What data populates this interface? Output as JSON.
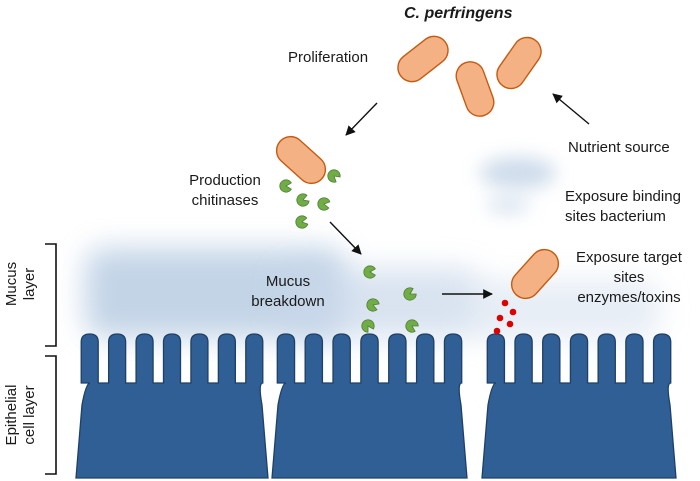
{
  "labels": {
    "title": "C. perfringens",
    "proliferation": "Proliferation",
    "nutrient_source": "Nutrient source",
    "production_line1": "Production",
    "production_line2": "chitinases",
    "exposure_binding_line1": "Exposure binding",
    "exposure_binding_line2": "sites bacterium",
    "exposure_target_line1": "Exposure target",
    "exposure_target_line2": "sites",
    "exposure_target_line3": "enzymes/toxins",
    "mucus_breakdown_line1": "Mucus",
    "mucus_breakdown_line2": "breakdown",
    "mucus_layer_line1": "Mucus",
    "mucus_layer_line2": "layer",
    "epithelial_line1": "Epithelial",
    "epithelial_line2": "cell layer"
  },
  "colors": {
    "bacterium_fill": "#f4b183",
    "bacterium_stroke": "#c55a11",
    "chitinase": "#70ad47",
    "chitinase_stroke": "#507e32",
    "toxin": "#e00000",
    "epithelium_fill": "#2f5f95",
    "epithelium_stroke": "#1f4066",
    "mucus": "#b9cde3",
    "arrow": "#111111"
  }
}
